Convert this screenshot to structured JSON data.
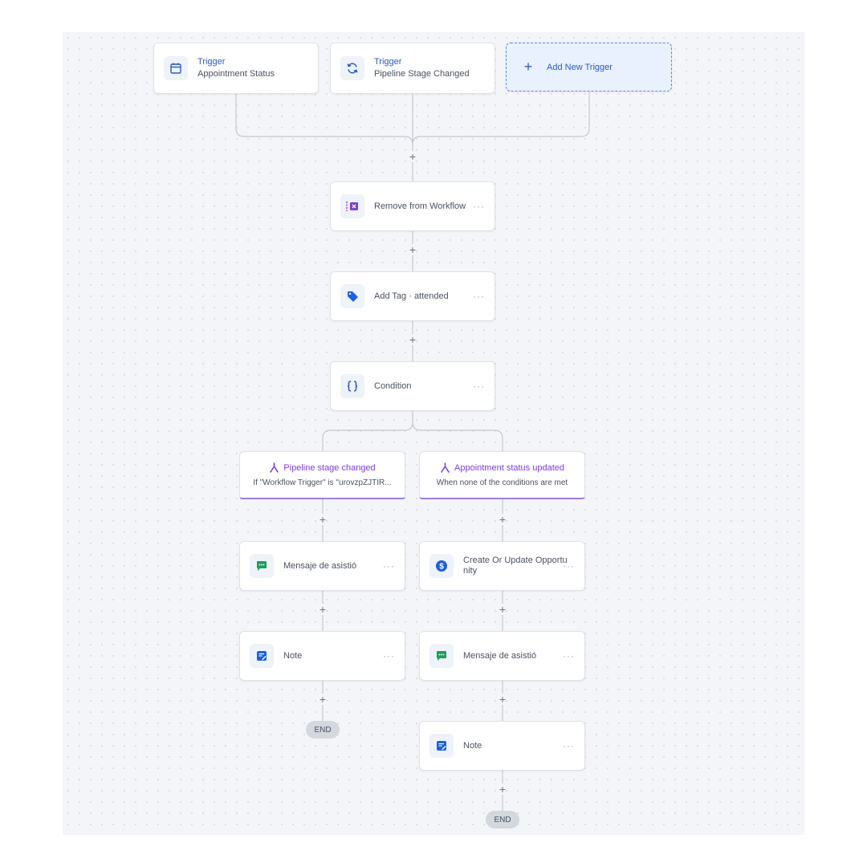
{
  "triggers": [
    {
      "title": "Trigger",
      "subtitle": "Appointment Status",
      "icon": "calendar-icon"
    },
    {
      "title": "Trigger",
      "subtitle": "Pipeline Stage Changed",
      "icon": "refresh-icon"
    }
  ],
  "add_trigger": {
    "label": "Add New Trigger",
    "plus": "+"
  },
  "actions": {
    "remove_workflow": "Remove from Workflow",
    "add_tag": "Add Tag · attended",
    "condition": "Condition"
  },
  "branches": [
    {
      "title": "Pipeline stage changed",
      "subtitle": "If \"Workflow Trigger\" is \"urovzpZJTIR...",
      "steps": [
        "Mensaje de asistió",
        "Note"
      ],
      "end": "END"
    },
    {
      "title": "Appointment status updated",
      "subtitle": "When none of the conditions are met",
      "steps": [
        "Create Or Update Opportunity",
        "Mensaje de asistió",
        "Note"
      ],
      "end": "END"
    }
  ],
  "menu_glyph": "···",
  "plus_glyph": "+",
  "colors": {
    "accent_blue": "#2b59c3",
    "branch_purple": "#7c3aed",
    "message_green": "#1e9e5a",
    "tag_blue": "#1d5fe0",
    "remove_purple": "#7a3fd1"
  }
}
